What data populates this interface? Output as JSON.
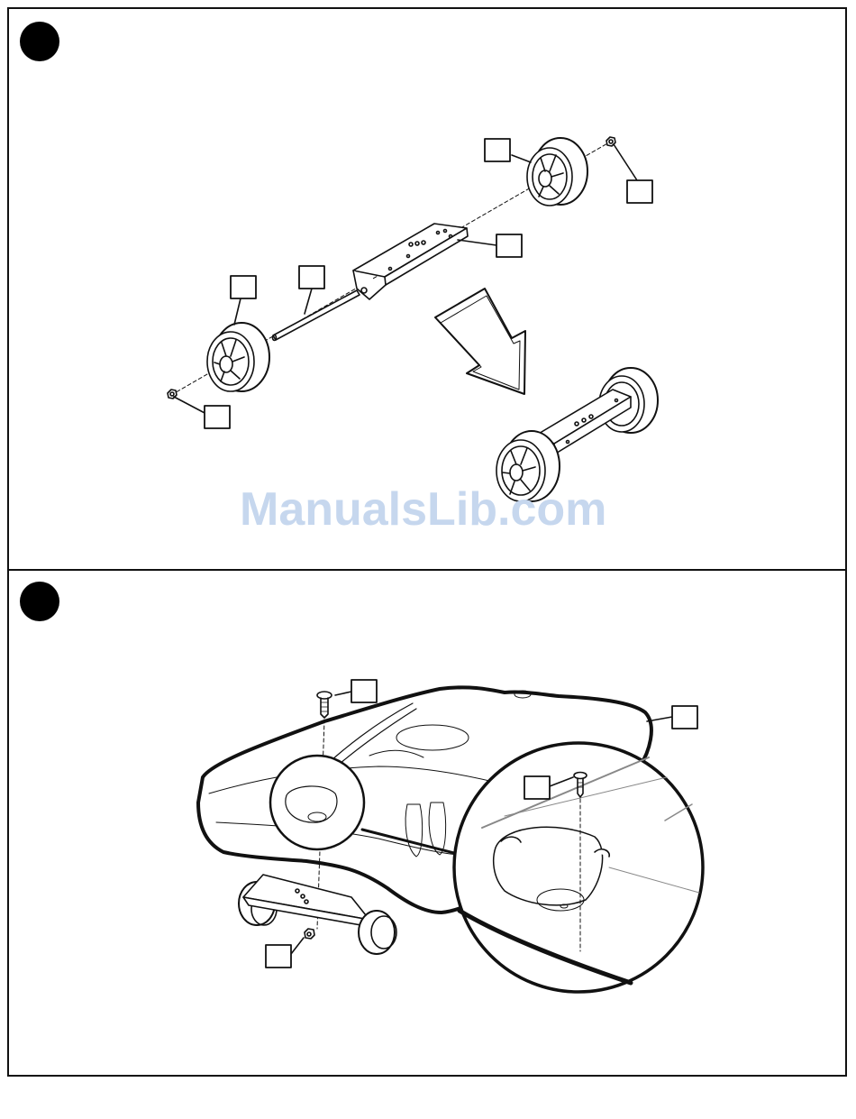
{
  "document": {
    "steps": [
      {
        "id": "step-1",
        "callout_labels": [
          "",
          "",
          "",
          "",
          "",
          ""
        ]
      },
      {
        "id": "step-2",
        "callout_labels": [
          "",
          "",
          "",
          ""
        ]
      }
    ],
    "watermark": "ManualsLib.com"
  },
  "colors": {
    "ink": "#111111",
    "watermark": "#c6d7ee",
    "background": "#ffffff"
  }
}
